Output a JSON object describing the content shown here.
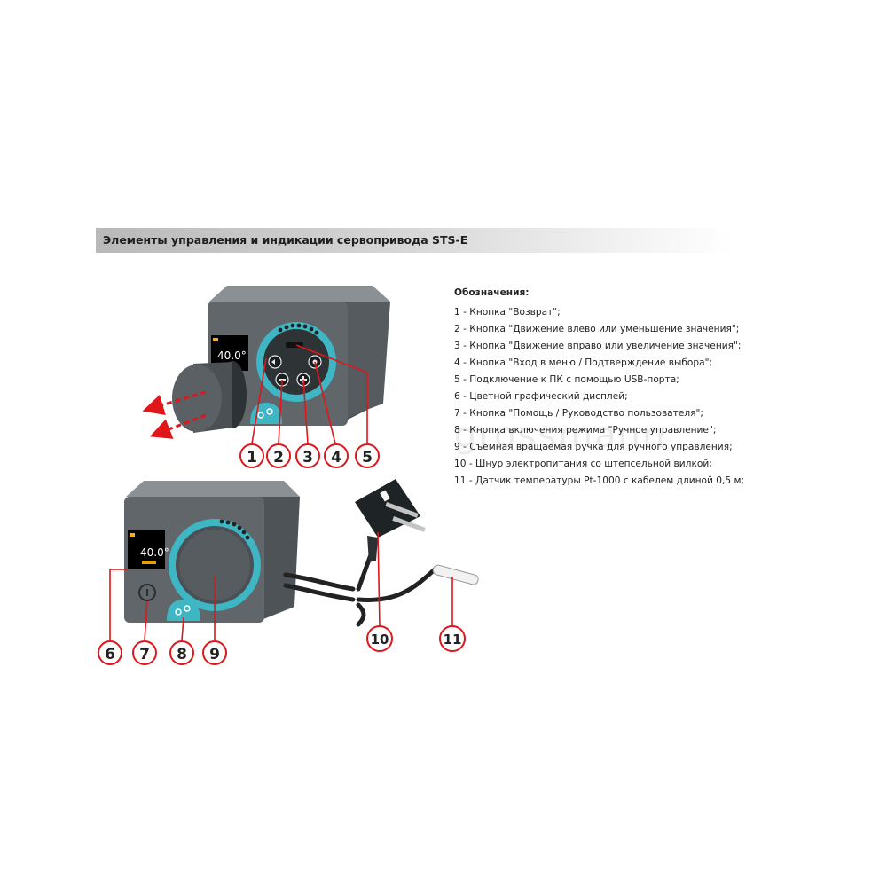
{
  "header": {
    "title": "Элементы управления и индикации сервопривода STS-E"
  },
  "legend": {
    "title": "Обозначения:",
    "items": [
      "1 - Кнопка \"Возврат\";",
      "2 - Кнопка \"Движение влево или уменьшение значения\";",
      "3 - Кнопка \"Движение вправо или увеличение значения\";",
      "4 - Кнопка \"Вход в меню / Подтверждение выбора\";",
      "5 - Подключение к ПК с помощью USB-порта;",
      "6 - Цветной графический дисплей;",
      "7 - Кнопка \"Помощь / Руководство пользователя\";",
      "8 - Кнопка включения режима \"Ручное управление\";",
      "9 - Съемная вращаемая ручка для ручного управления;",
      "10 - Шнур электропитания со штепсельной вилкой;",
      "11 - Датчик температуры Pt-1000 с кабелем длиной 0,5 м;"
    ]
  },
  "watermark": "grossmann",
  "display": {
    "temperature": "40.0°"
  },
  "callouts": {
    "c1": "1",
    "c2": "2",
    "c3": "3",
    "c4": "4",
    "c5": "5",
    "c6": "6",
    "c7": "7",
    "c8": "8",
    "c9": "9",
    "c10": "10",
    "c11": "11"
  },
  "colors": {
    "housing": "#5f6569",
    "housing_top": "#868c90",
    "accent": "#3fb6c4",
    "callout": "#e0161b",
    "display_bg": "#000000"
  }
}
